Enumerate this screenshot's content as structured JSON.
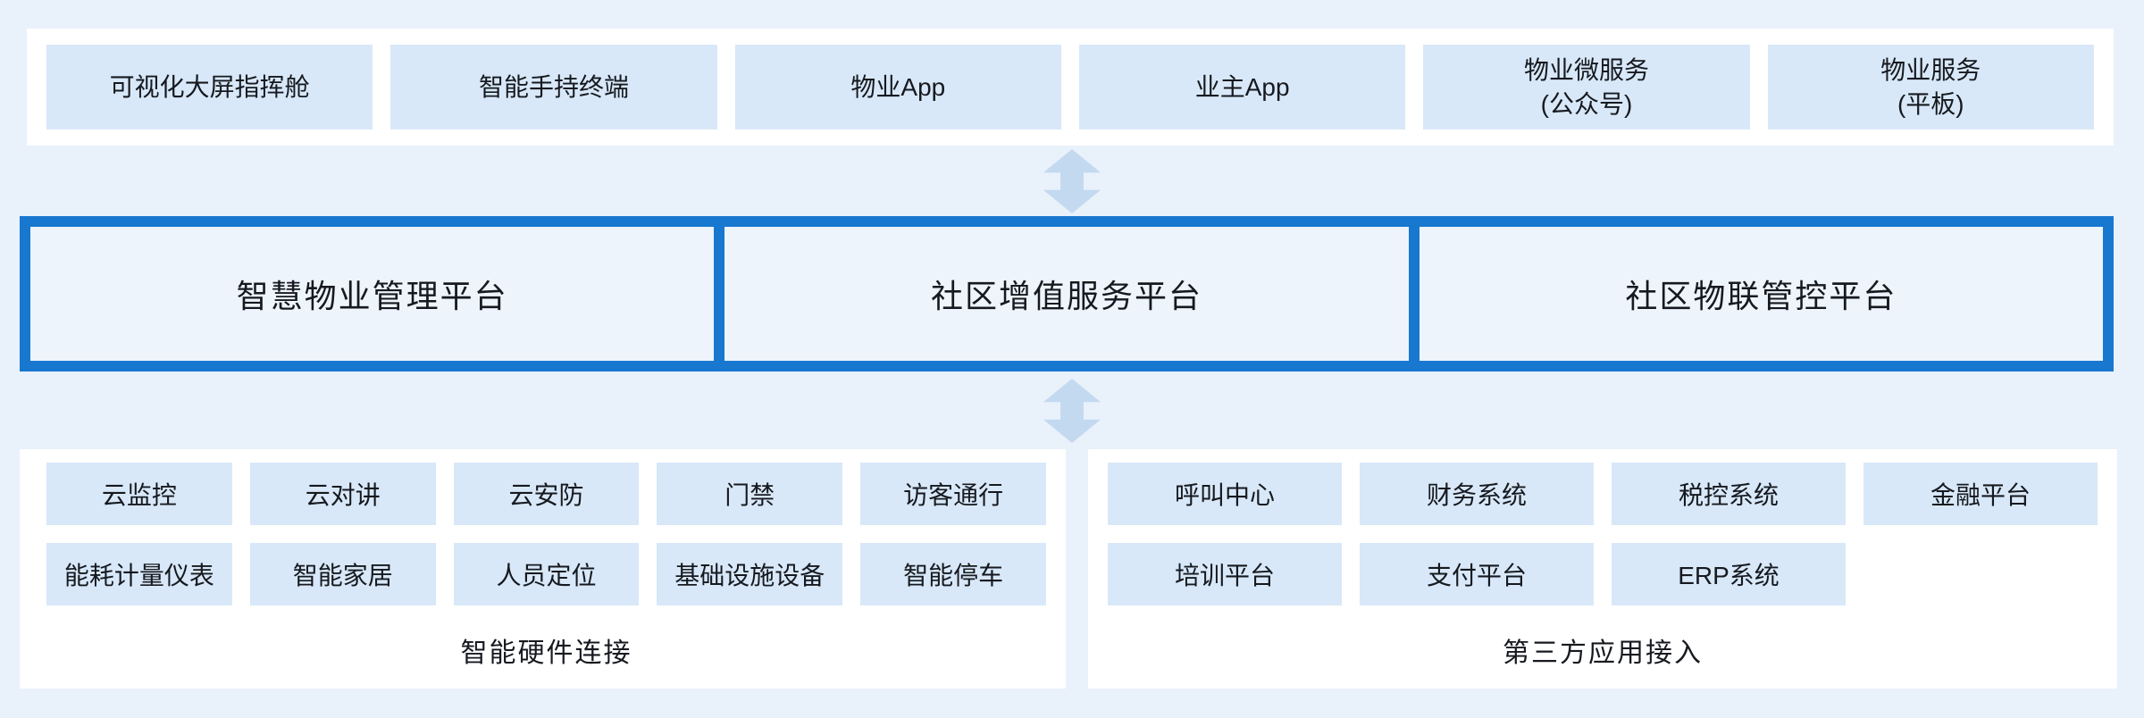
{
  "colors": {
    "page_bg": "#e9f1fb",
    "panel_bg": "#ffffff",
    "box_bg": "#d8e8f8",
    "box_text": "#16191f",
    "accent_blue": "#1878d0",
    "platform_bg": "#edf4fb",
    "arrow": "#c3d9f0"
  },
  "icons": {
    "connector": "up-down-arrow"
  },
  "terminal_layer": {
    "items": [
      {
        "label": "可视化大屏指挥舱"
      },
      {
        "label": "智能手持终端"
      },
      {
        "label": "物业App"
      },
      {
        "label": "业主App"
      },
      {
        "label": "物业微服务\n(公众号)"
      },
      {
        "label": "物业服务\n(平板)"
      }
    ]
  },
  "platform_layer": {
    "items": [
      {
        "label": "智慧物业管理平台"
      },
      {
        "label": "社区增值服务平台"
      },
      {
        "label": "社区物联管控平台"
      }
    ]
  },
  "hardware_section": {
    "caption": "智能硬件连接",
    "rows": [
      [
        "云监控",
        "云对讲",
        "云安防",
        "门禁",
        "访客通行"
      ],
      [
        "能耗计量仪表",
        "智能家居",
        "人员定位",
        "基础设施设备",
        "智能停车"
      ]
    ]
  },
  "third_party_section": {
    "caption": "第三方应用接入",
    "rows": [
      [
        "呼叫中心",
        "财务系统",
        "税控系统",
        "金融平台"
      ],
      [
        "培训平台",
        "支付平台",
        "ERP系统"
      ]
    ]
  }
}
